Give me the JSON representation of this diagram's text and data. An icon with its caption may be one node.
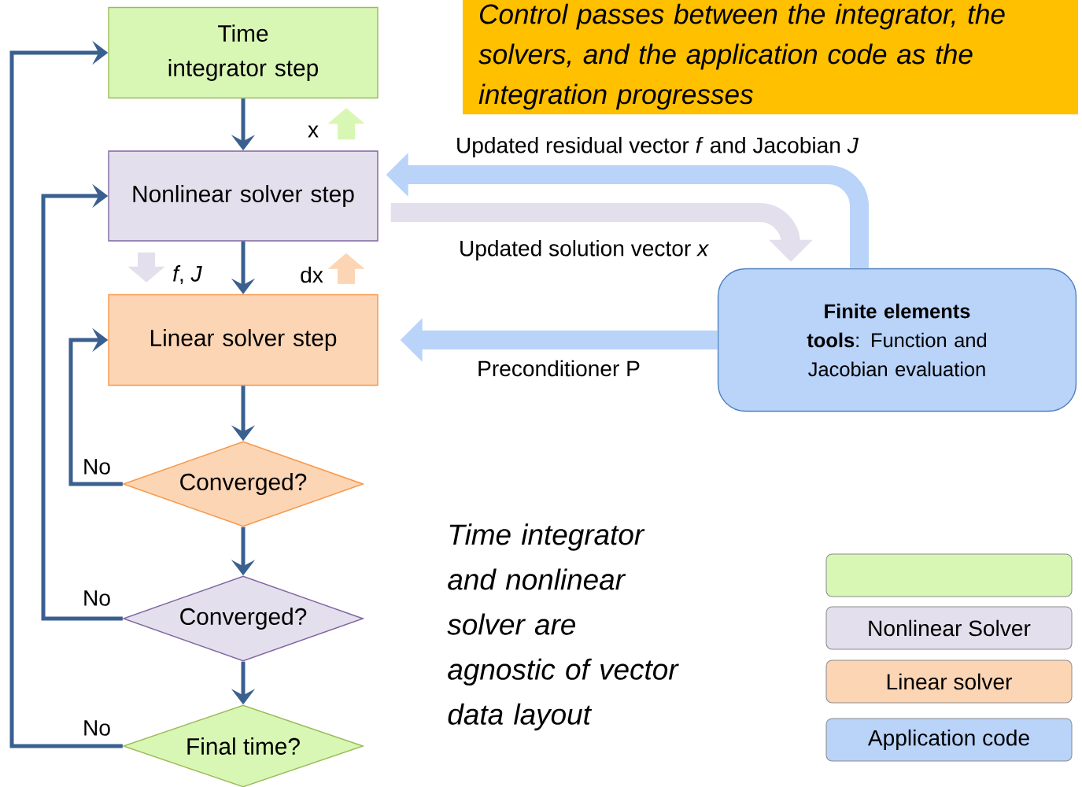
{
  "diagram": {
    "nodes": [
      {
        "text": [
          "Time integrator step"
        ]
      },
      {
        "text": [
          "Nonlinear solver step"
        ]
      },
      {
        "text": [
          "Linear solver step"
        ]
      },
      {
        "text": [
          "Converged?"
        ]
      },
      {
        "text": [
          "Converged?"
        ]
      },
      {
        "text": [
          "Final time?"
        ]
      },
      {
        "text": [
          "**Finite elements tools**: Function and Jacobian evaluation"
        ]
      },
      {
        "text": [
          "Control passes between the integrator, the solvers, and the application code as the integration progresses"
        ]
      }
    ],
    "edges": [
      {
        "from": 0,
        "to": 1,
        "arrow": "to"
      },
      {
        "from": 1,
        "to": 2,
        "arrow": "to"
      },
      {
        "from": 2,
        "to": 3,
        "arrow": "to"
      },
      {
        "from": 3,
        "to": 4,
        "arrow": "to"
      },
      {
        "from": 4,
        "to": 5,
        "arrow": "to"
      },
      {
        "from": 3,
        "to": 2,
        "arrow": "to",
        "label": "No"
      },
      {
        "from": 4,
        "to": 1,
        "arrow": "to",
        "label": "No"
      },
      {
        "from": 5,
        "to": 0,
        "arrow": "to",
        "label": "No"
      },
      {
        "from": 6,
        "to": 1,
        "arrow": "to",
        "label": "Updated residual vector *f* and Jacobian *J*",
        "style": "thick",
        "color": "#b9d3f9"
      },
      {
        "from": 1,
        "to": 6,
        "arrow": "to",
        "label": "Updated solution vector *x*",
        "style": "thick",
        "color": "#e4dfec"
      },
      {
        "from": 6,
        "to": 2,
        "arrow": "to",
        "label": "Preconditioner P",
        "style": "thick",
        "color": "#b9d3f9"
      },
      {
        "from": 1,
        "to": 0,
        "arrow": "to",
        "label": "x",
        "style": "thick",
        "color": "#d9f7b4"
      },
      {
        "from": 1,
        "to": 2,
        "arrow": "to",
        "label": "*f*, *J*",
        "style": "thick",
        "color": "#e4dfec"
      },
      {
        "from": 2,
        "to": 1,
        "arrow": "to",
        "label": "dx",
        "style": "thick",
        "color": "#fcd5b4"
      }
    ],
    "labels": [
      "Time integrator and nonlinear solver are agnostic of vector data layout"
    ],
    "legend": [
      {
        "text": "Nonlinear Solver",
        "color": "#e4dfec"
      },
      {
        "text": "Linear solver",
        "color": "#fcd5b4"
      },
      {
        "text": "Application code",
        "color": "#b9d3f9"
      }
    ]
  }
}
